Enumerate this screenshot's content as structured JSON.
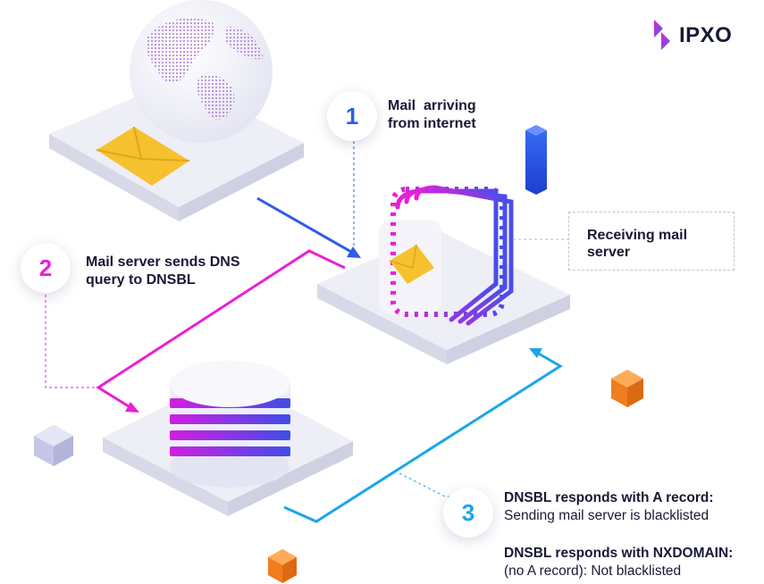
{
  "brand": {
    "name": "IPXO"
  },
  "steps": [
    {
      "number": "1",
      "text_line1": "Mail  arriving",
      "text_line2": "from internet",
      "color": "#2f5bea"
    },
    {
      "number": "2",
      "text_line1": "Mail server sends DNS",
      "text_line2": "query to DNSBL",
      "color": "#e91fd6"
    },
    {
      "number": "3",
      "color": "#1aa6ea"
    }
  ],
  "receiving_server": {
    "line1": "Receiving mail",
    "line2": "server"
  },
  "responses": [
    {
      "title": "DNSBL responds with A record:",
      "detail": "Sending mail server is blacklisted"
    },
    {
      "title": "DNSBL responds with NXDOMAIN:",
      "detail": "(no A record): Not blacklisted"
    }
  ],
  "colors": {
    "blue_arrow": "#2f5bea",
    "magenta_arrow": "#e91fd6",
    "cyan_arrow": "#1aa6ea",
    "envelope": "#f6c12e",
    "cube_orange": "#f58a2b",
    "cube_lavender": "#c9c9ea",
    "server_gradient_start": "#e91fd6",
    "server_gradient_end": "#4a4dea"
  },
  "icons": [
    "globe-icon",
    "envelope-icon",
    "mail-server-icon",
    "database-icon",
    "cube-icon",
    "ipxo-logo-icon"
  ]
}
